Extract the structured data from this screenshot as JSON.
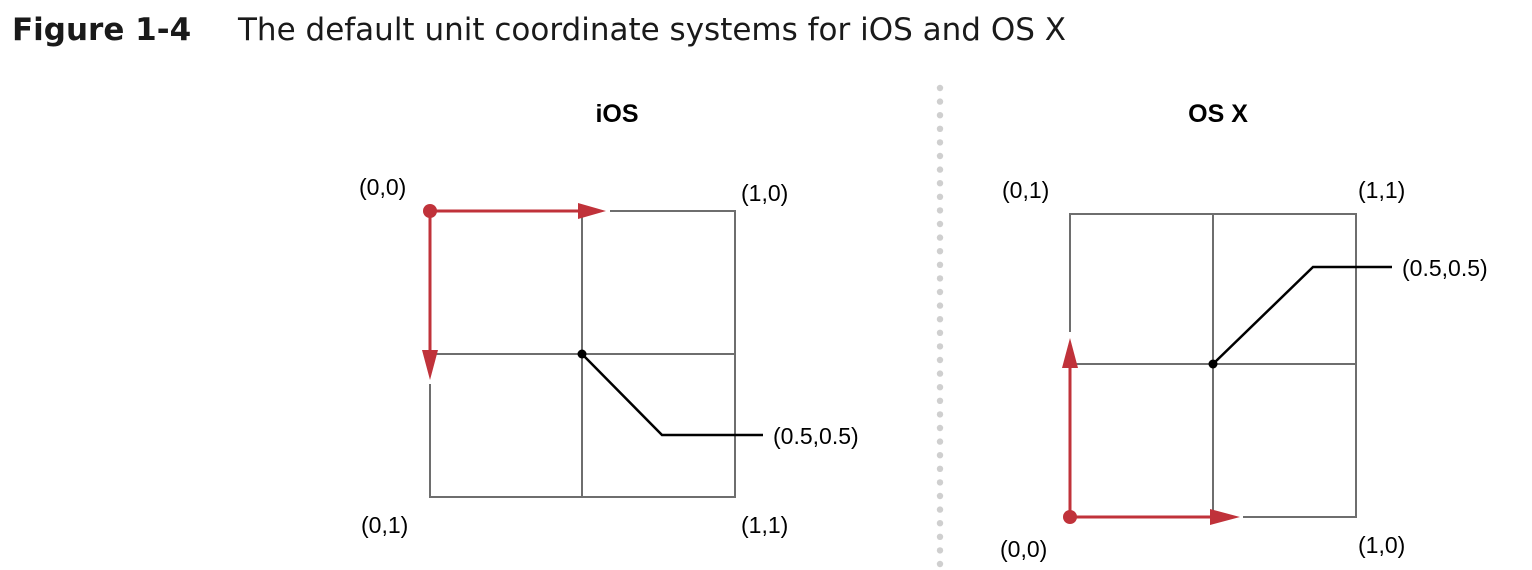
{
  "figure": {
    "number": "Figure 1-4",
    "caption": "The default unit coordinate systems for iOS and OS X"
  },
  "panels": {
    "ios": {
      "title": "iOS",
      "labels": {
        "top_left": "(0,0)",
        "top_right": "(1,0)",
        "bottom_left": "(0,1)",
        "bottom_right": "(1,1)",
        "center": "(0.5,0.5)"
      }
    },
    "osx": {
      "title": "OS X",
      "labels": {
        "top_left": "(0,1)",
        "top_right": "(1,1)",
        "bottom_left": "(0,0)",
        "bottom_right": "(1,0)",
        "center": "(0.5,0.5)"
      }
    }
  },
  "colors": {
    "axis_arrow": "#c0323a",
    "grid_line": "#6e6e6e",
    "divider": "#cfcfcf"
  }
}
